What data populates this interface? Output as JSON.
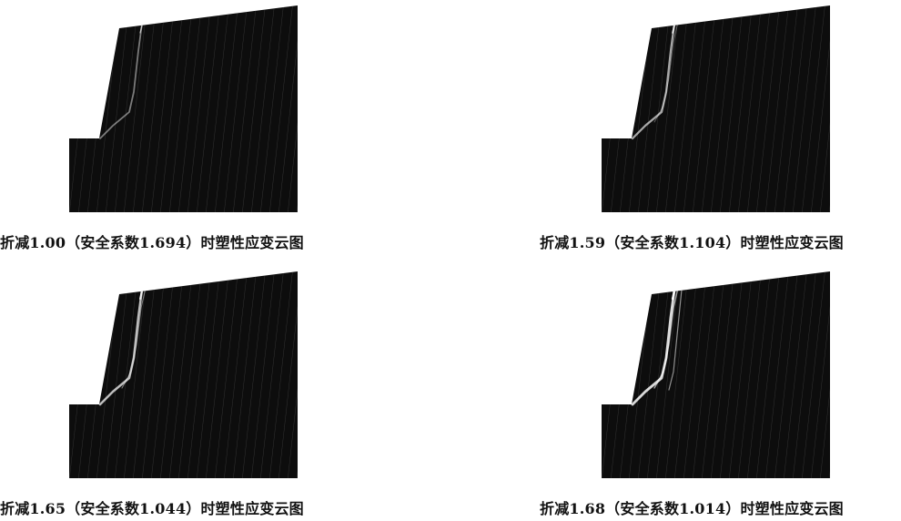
{
  "panels": [
    {
      "caption": "折减1.00（安全系数1.694）时塑性应变云图",
      "band_intensity": 0.35
    },
    {
      "caption": "折减1.59（安全系数1.104）时塑性应变云图",
      "band_intensity": 0.65
    },
    {
      "caption": "折减1.65（安全系数1.044）时塑性应变云图",
      "band_intensity": 0.8
    },
    {
      "caption": "折减1.68（安全系数1.014）时塑性应变云图",
      "band_intensity": 1.0
    }
  ],
  "colors": {
    "background": "#ffffff",
    "model": "#0d0d0d",
    "strain": "#ffffff",
    "caption": "#111111"
  }
}
